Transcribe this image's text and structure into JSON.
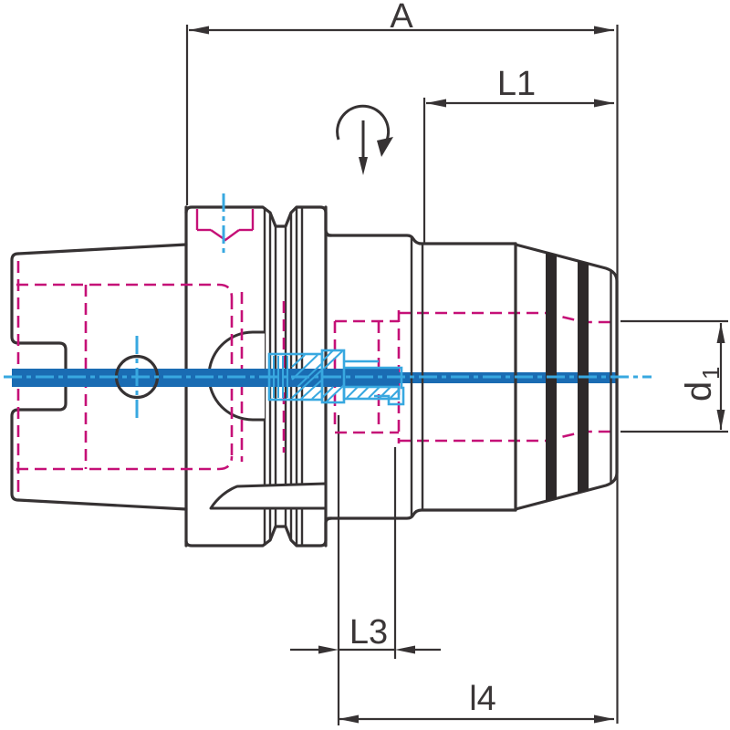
{
  "diagram": {
    "title": "Tool holder side-view technical drawing",
    "labels": {
      "dim_a": "A",
      "dim_l1": "L1",
      "dim_l3": "L3",
      "dim_l4": "l4",
      "dim_d1_base": "d",
      "dim_d1_sub": "1"
    },
    "colors": {
      "outline": "#363233",
      "hidden_detail": "#c51077",
      "coolant_tube": "#1a6cb3",
      "centerline_cyan": "#38a8e0",
      "background": "#ffffff"
    },
    "symbols": {
      "rotation_icon": "clockwise-rotation-arrow"
    }
  }
}
